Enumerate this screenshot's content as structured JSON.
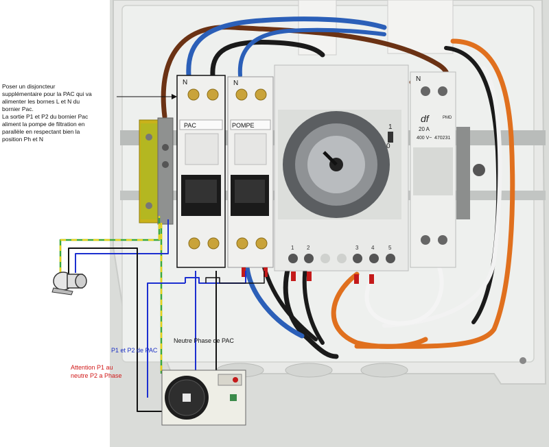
{
  "annotations": {
    "main_note": {
      "lines": [
        "Poser un disjoncteur",
        "supplémentaire pour la PAC qui va",
        "alimenter les bornes L et N du",
        "bornier Pac.",
        "La sortie P1 et P2 du bornier Pac",
        "aliment la pompe de filtration en",
        "parallèle en respectant bien la",
        "position Ph et N"
      ]
    },
    "p1p2_label": "P1 et P2 de PAC",
    "attention_lines": [
      "Attention P1 au",
      "neutre P2 a Phase"
    ],
    "neutre_phase_label": "Neutre Phase de PAC"
  },
  "panel": {
    "breaker_pac": {
      "top_label": "N",
      "name": "PAC"
    },
    "breaker_pompe": {
      "top_label": "N",
      "name": "POMPE"
    },
    "timer": {
      "dial_marks": [
        "1",
        "0"
      ],
      "terminal_numbers": [
        "1",
        "2",
        "3",
        "4",
        "5"
      ]
    },
    "module_right": {
      "top_label": "N",
      "brand": "df",
      "rating": "20 A",
      "voltage": "400 V~",
      "ref": "470231",
      "code": "PMD"
    }
  },
  "colors": {
    "wire_blue": "#1c2fd0",
    "wire_black": "#111111",
    "wire_brown": "#6b3214",
    "wire_earth_green": "#3aa83a",
    "wire_earth_yellow": "#e8d21a",
    "wire_orange": "#e0701e",
    "wire_red": "#c41a1a",
    "enclosure": "#e4e6e4",
    "breaker_body": "#f0f0ee"
  },
  "icons": [
    "pump-icon",
    "heat-pump-icon"
  ]
}
